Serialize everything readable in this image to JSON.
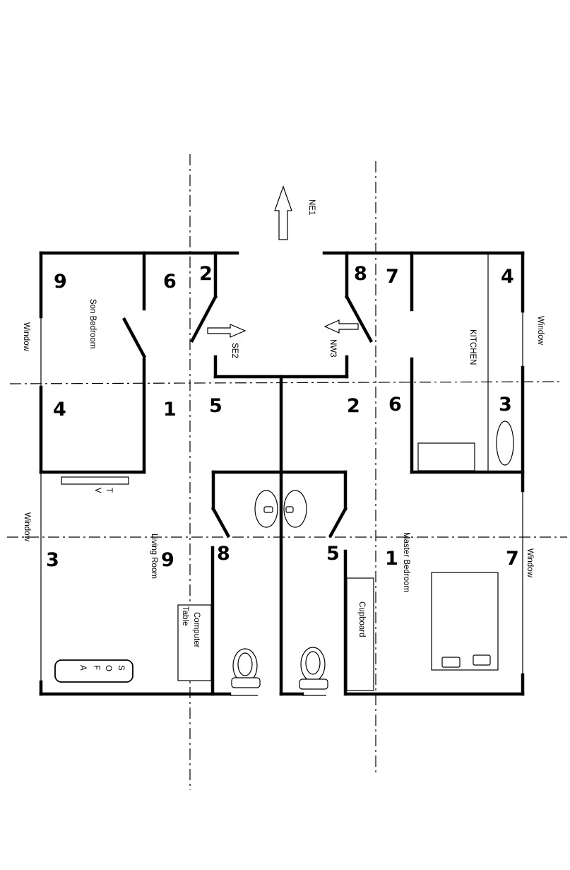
{
  "grid_numbers": {
    "son_bedroom_top_left": "9",
    "son_bedroom_top_right": "6",
    "entry_left": "2",
    "entry_right": "8",
    "kitchen_top_left": "7",
    "kitchen_top_right": "4",
    "son_bedroom_bottom_left": "4",
    "son_bedroom_bottom_right": "1",
    "center_left": "5",
    "center_right": "2",
    "kitchen_bottom_left": "6",
    "kitchen_bottom_right": "3",
    "living_left": "3",
    "living_right": "9",
    "bath_left": "8",
    "bath_right": "5",
    "master_left": "1",
    "master_right": "7"
  },
  "labels": {
    "north_arrow": "NE1",
    "se_arrow": "SE2",
    "nw_arrow": "NW3",
    "son_bedroom": "Son Bedroom",
    "kitchen": "KITCHEN",
    "window_left_top": "Window",
    "window_left_bottom": "Window",
    "window_right_top": "Window",
    "window_right_bottom": "Window",
    "tv_t": "T",
    "tv_v": "V",
    "living_room": "Living Room",
    "computer_table_1": "Computer",
    "computer_table_2": "Table",
    "cupboard": "Cupboard",
    "master_bedroom": "Master Bedroom",
    "sofa_s": "S",
    "sofa_o": "O",
    "sofa_f": "F",
    "sofa_a": "A"
  }
}
